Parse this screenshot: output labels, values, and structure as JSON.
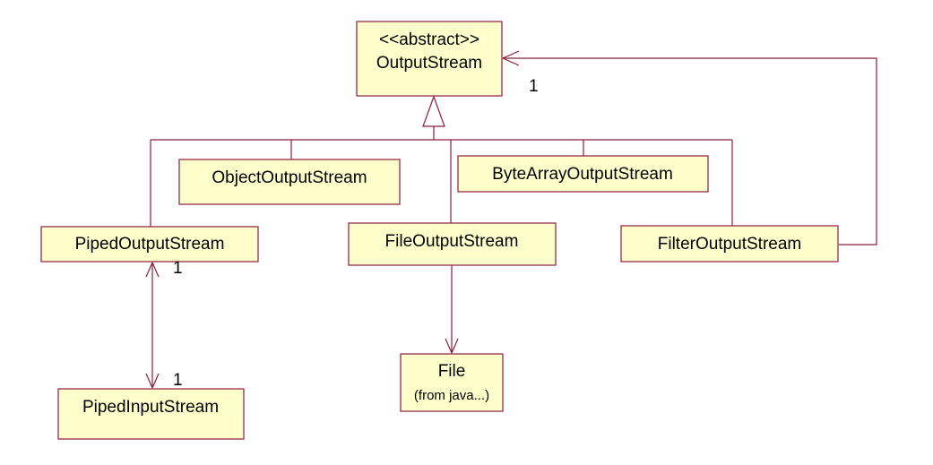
{
  "diagram": {
    "output_stream": {
      "stereotype": "<<abstract>>",
      "name": "OutputStream"
    },
    "object_output_stream": {
      "name": "ObjectOutputStream"
    },
    "byte_array_output_stream": {
      "name": "ByteArrayOutputStream"
    },
    "piped_output_stream": {
      "name": "PipedOutputStream"
    },
    "file_output_stream": {
      "name": "FileOutputStream"
    },
    "filter_output_stream": {
      "name": "FilterOutputStream"
    },
    "file": {
      "name": "File",
      "package": "(from java...)"
    },
    "piped_input_stream": {
      "name": "PipedInputStream"
    },
    "multiplicities": {
      "filter_to_output": "1",
      "piped_output_end": "1",
      "piped_input_end": "1"
    },
    "colors": {
      "box_fill": "#ffffcc",
      "line": "#8b1c3c",
      "text": "#000000"
    }
  }
}
